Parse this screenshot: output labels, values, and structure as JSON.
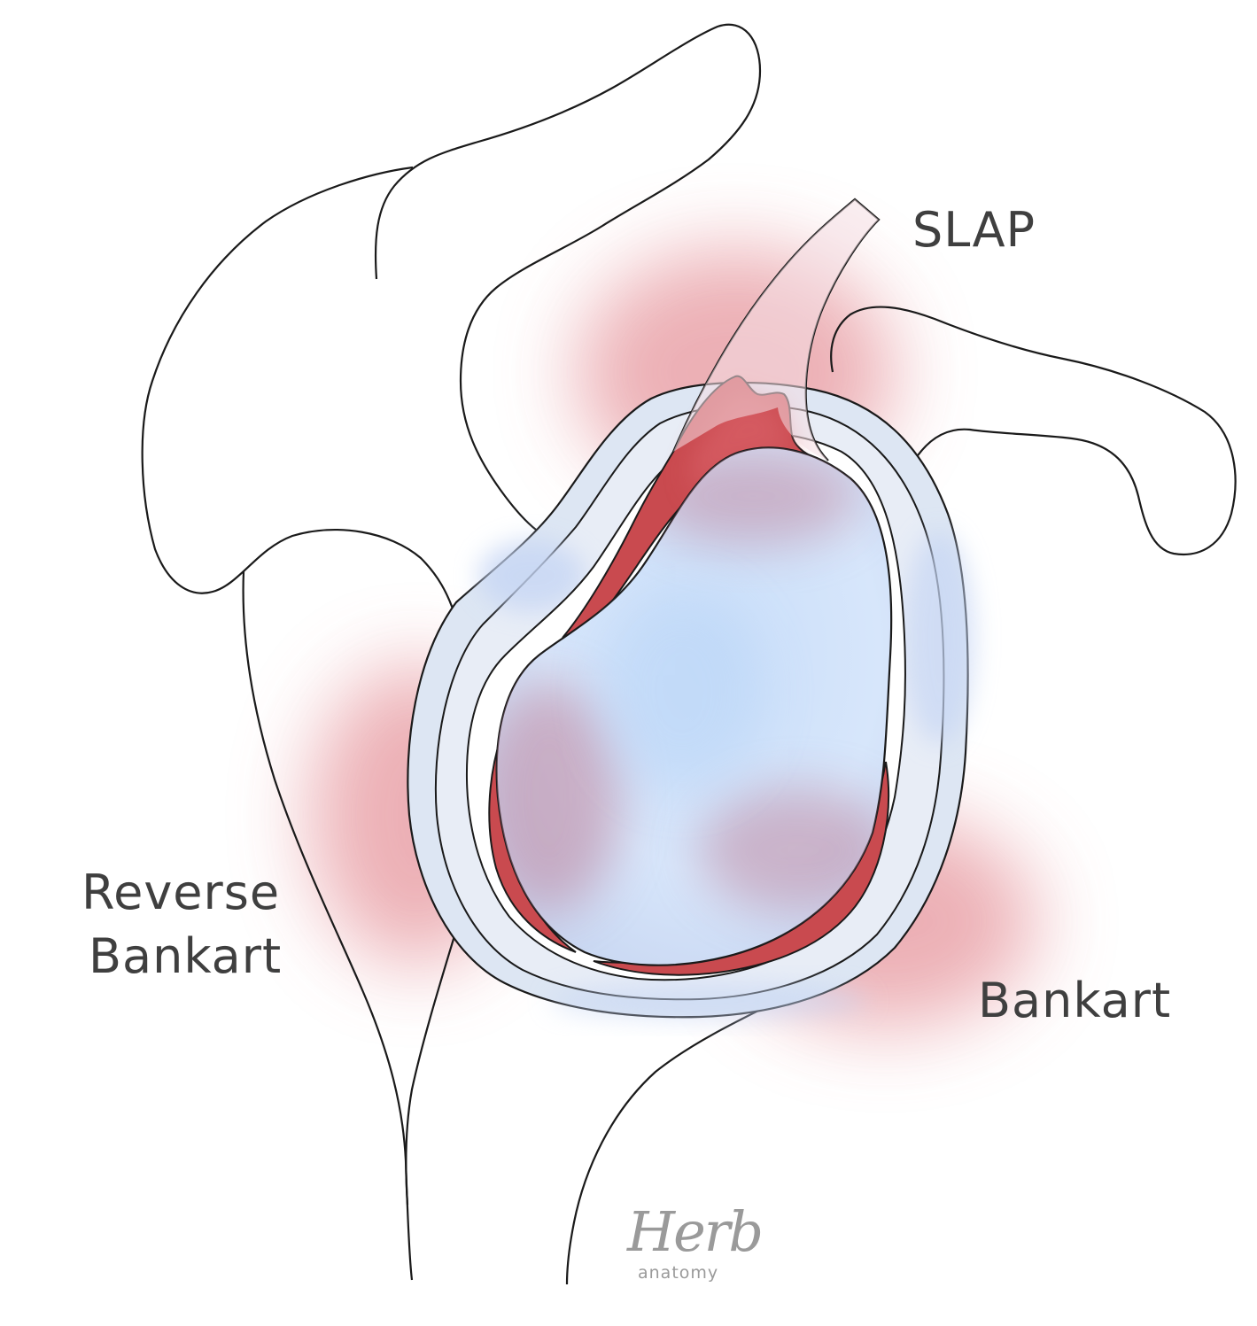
{
  "labels": {
    "slap": "SLAP",
    "reverse_bankart_line1": "Reverse",
    "reverse_bankart_line2": "Bankart",
    "bankart": "Bankart"
  },
  "signature": {
    "main": "Herb",
    "sub": "anatomy"
  },
  "colors": {
    "outline": "#1a1a1a",
    "lesion_red": "#c94a4f",
    "glenoid_blue": "#cfe3fb",
    "labrum_blue": "#dfe7f3",
    "label_text": "#3f3f3f"
  }
}
